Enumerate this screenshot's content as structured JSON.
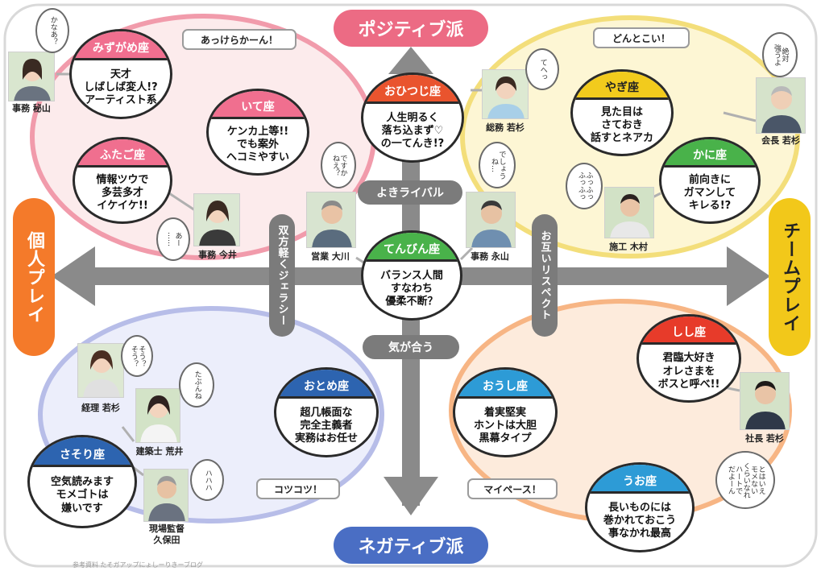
{
  "axes": {
    "top": "ポジティブ派",
    "bottom": "ネガティブ派",
    "left": "個人プレイ",
    "right": "チームプレイ",
    "colors": {
      "top": "#ec6b84",
      "bottom": "#4a6ec4",
      "left": "#f47a2a",
      "right": "#f2c81a"
    }
  },
  "relations": {
    "yoki_rival": "よきライバル",
    "ki_ga_au": "気が合う",
    "soho_jealousy": "双方軽くジェラシー",
    "otagai_respect": "お互いリスペクト"
  },
  "groups": {
    "top_left": "あっけらかーん！",
    "top_right": "どんとこい！",
    "bottom_left": "コツコツ！",
    "bottom_right": "マイペース！"
  },
  "signs": [
    {
      "id": "mizugame",
      "name": "みずがめ座",
      "desc": "天才\nしばしば変人!?\nアーティスト系",
      "color": "#f06f8f"
    },
    {
      "id": "ite",
      "name": "いて座",
      "desc": "ケンカ上等!!\nでも案外\nヘコミやすい",
      "color": "#f06f8f"
    },
    {
      "id": "futago",
      "name": "ふたご座",
      "desc": "情報ツウで\n多芸多才\nイケイケ!!",
      "color": "#f06f8f"
    },
    {
      "id": "ohitsuji",
      "name": "おひつじ座",
      "desc": "人生明るく\n落ち込まず♡\nの一てんき!?",
      "color": "#e9542e"
    },
    {
      "id": "yagi",
      "name": "やぎ座",
      "desc": "見た目は\nさておき\n話すとネアカ",
      "color": "#f2cb1d"
    },
    {
      "id": "kani",
      "name": "かに座",
      "desc": "前向きに\nガマンして\nキレる!?",
      "color": "#49b24a"
    },
    {
      "id": "tenbin",
      "name": "てんびん座",
      "desc": "バランス人間\nすなわち\n優柔不断？",
      "color": "#49b24a"
    },
    {
      "id": "shishi",
      "name": "しし座",
      "desc": "君臨大好き\nオレさまを\nボスと呼べ!!",
      "color": "#e73b2a"
    },
    {
      "id": "otome",
      "name": "おとめ座",
      "desc": "超几帳面な\n完全主義者\n実務はお任せ",
      "color": "#2d64b0"
    },
    {
      "id": "oushi",
      "name": "おうし座",
      "desc": "着実堅実\nホントは大胆\n黒幕タイプ",
      "color": "#2d9bd6"
    },
    {
      "id": "sasori",
      "name": "さそり座",
      "desc": "空気読みます\nモメゴトは\n嫌いです",
      "color": "#2d64b0"
    },
    {
      "id": "uo",
      "name": "うお座",
      "desc": "長いものには\n巻かれておこう\n事なかれ最高",
      "color": "#2d9bd6"
    }
  ],
  "people": [
    {
      "id": "akiyama",
      "label": "事務 秘山",
      "quote": "かなあ？",
      "shirt": "#6a7380"
    },
    {
      "id": "wakasugi_soumu",
      "label": "総務 若杉",
      "quote": "てへっ",
      "shirt": "#a8cfe8"
    },
    {
      "id": "wakasugi_kaicho",
      "label": "会長 若杉",
      "quote": "絶対\n強うよ",
      "shirt": "#4a5668"
    },
    {
      "id": "kimura",
      "label": "施工 木村",
      "quote": "ふっふっ\nふっふっ",
      "shirt": "#e8e8e8"
    },
    {
      "id": "ookawa",
      "label": "営業 大川",
      "quote": "ですか\nねえ？",
      "shirt": "#5a6c7e"
    },
    {
      "id": "nagayama",
      "label": "事務 永山",
      "quote": "でしょう\nね…",
      "shirt": "#6f8fb0"
    },
    {
      "id": "imai",
      "label": "事務 今井",
      "quote": "あー\n……",
      "shirt": "#3a3a3a"
    },
    {
      "id": "wakasugi_keiri",
      "label": "経理 若杉",
      "quote": "そう？\nそう？",
      "shirt": "#e0e0e0"
    },
    {
      "id": "arai",
      "label": "建築士 荒井",
      "quote": "たぶんね",
      "shirt": "#f4f4f4"
    },
    {
      "id": "kubota",
      "label": "現場監督\n久保田",
      "quote": "ハハハ",
      "shirt": "#6a7280"
    },
    {
      "id": "wakasugi_shacho",
      "label": "社長 若杉",
      "quote": "とはいえ\nモメない\nくらいなれ\nハートで\nだよーん",
      "shirt": "#2f3848"
    }
  ],
  "footer": "参考資料 たそガアップにょしーりきーブログ"
}
